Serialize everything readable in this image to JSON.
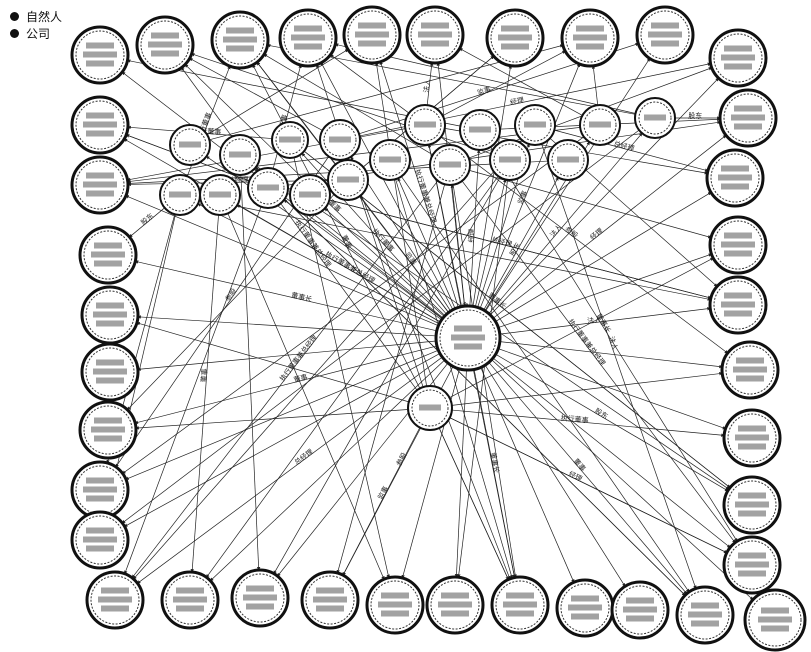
{
  "legend": {
    "person_label": "自然人",
    "company_label": "公司"
  },
  "edge_labels": [
    "参股",
    "法人",
    "执行董事兼总经理",
    "董事长",
    "股东",
    "监事",
    "董事",
    "总经理",
    "经理",
    "执行董事"
  ]
}
